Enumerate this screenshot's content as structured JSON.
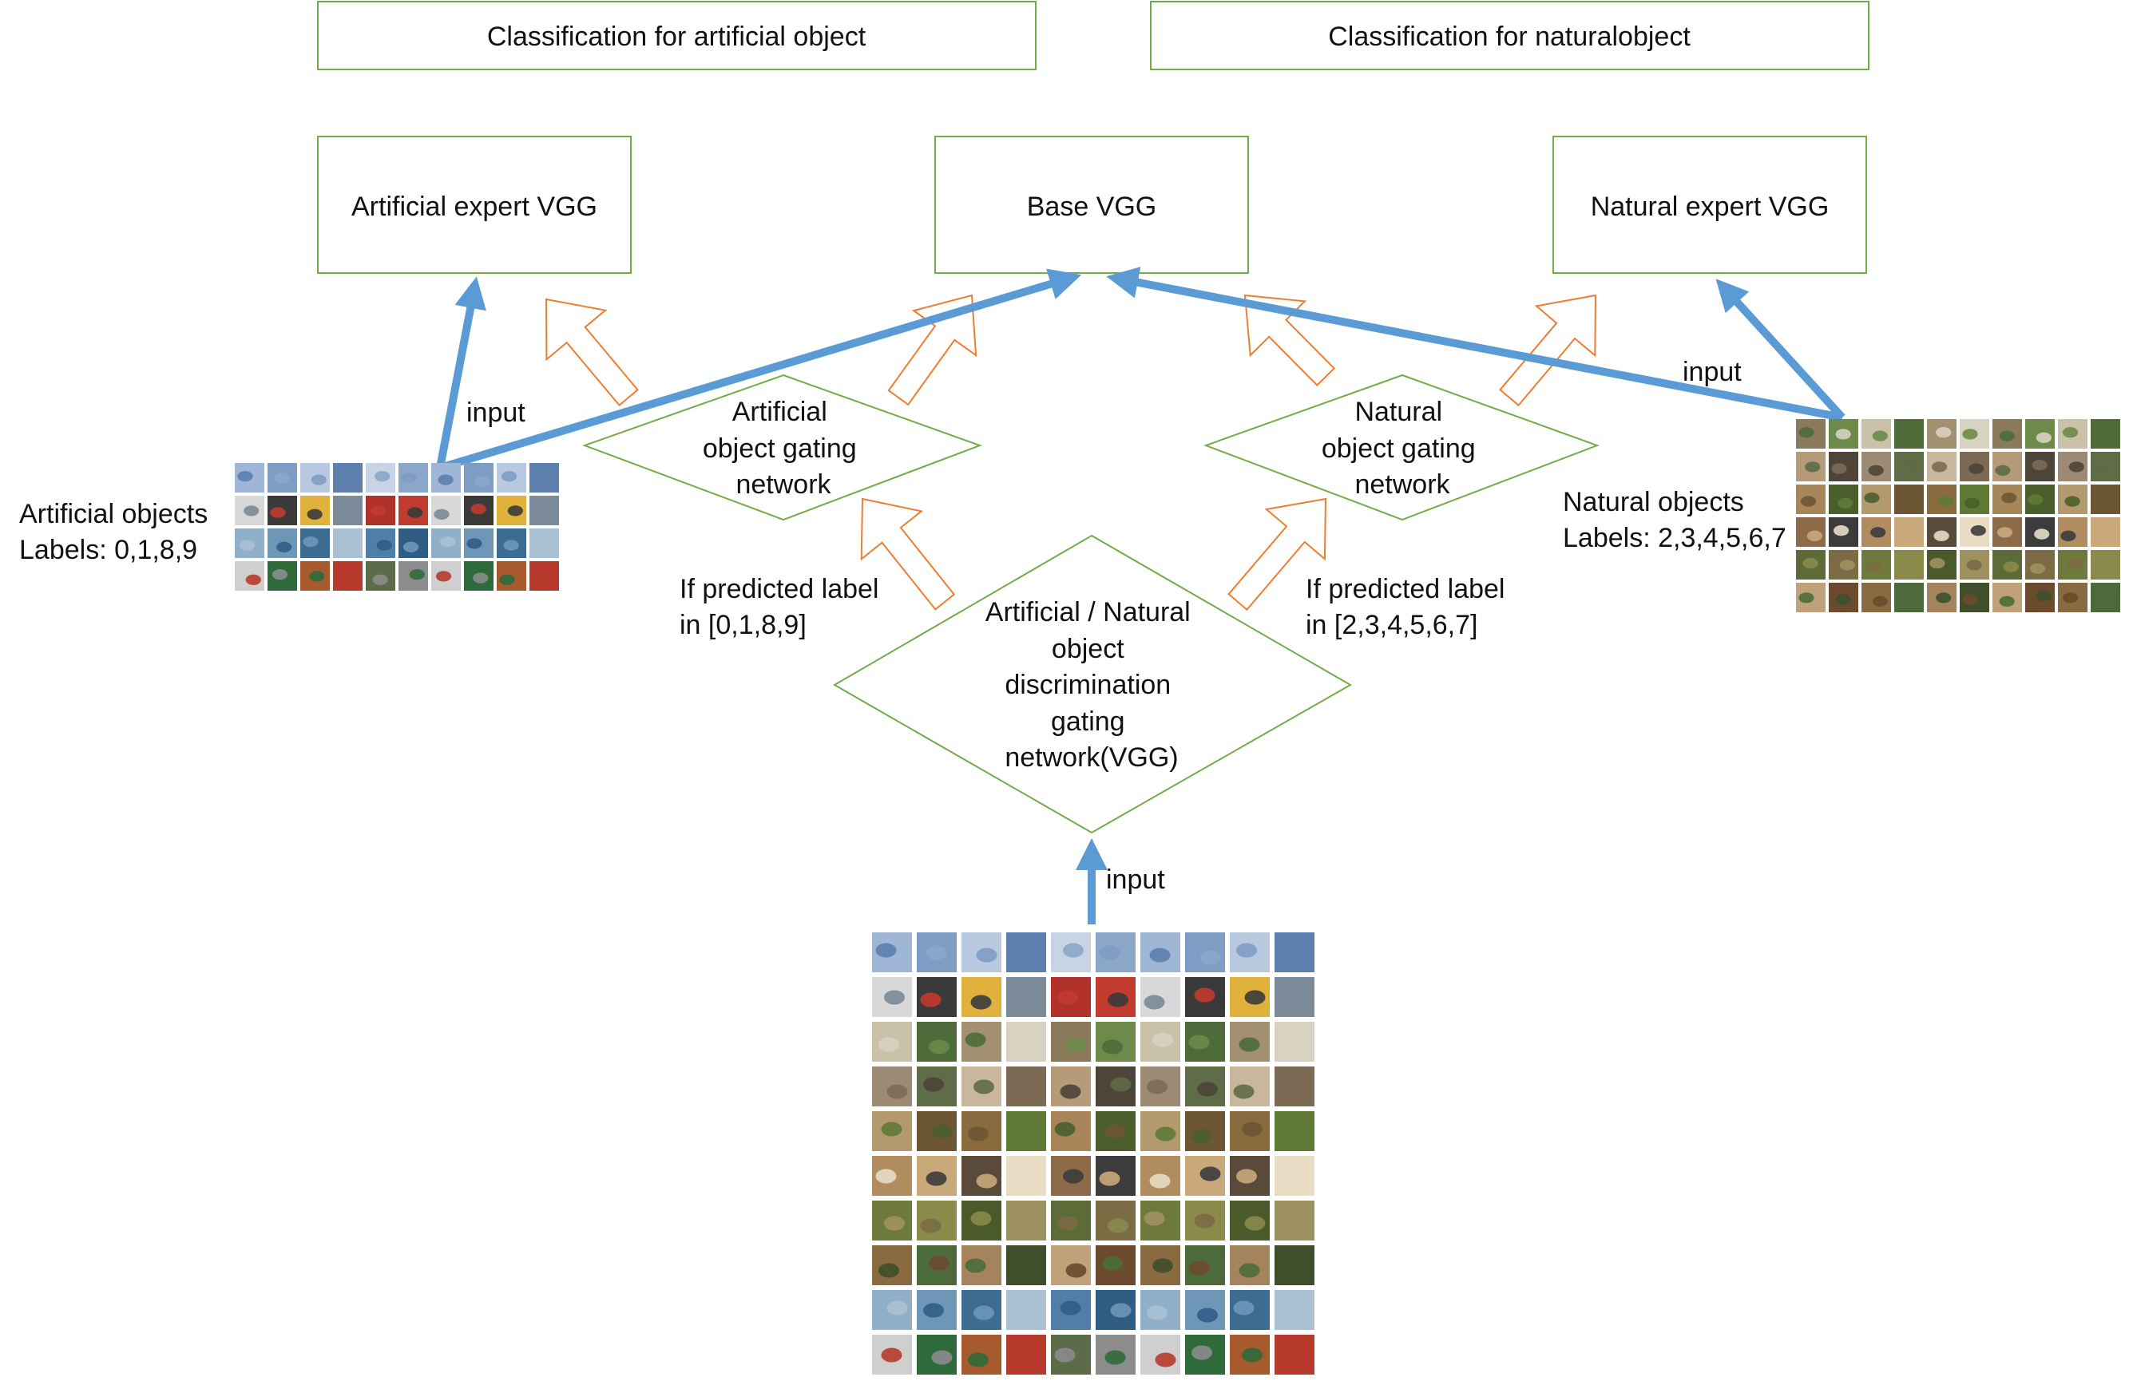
{
  "diagram": {
    "top_boxes": {
      "artificial_classification": "Classification for artificial object",
      "natural_classification": "Classification for naturalobject"
    },
    "experts": {
      "artificial": "Artificial expert VGG",
      "base": "Base VGG",
      "natural": "Natural expert VGG"
    },
    "gating": {
      "artificial": [
        "Artificial",
        "object gating",
        "network"
      ],
      "natural": [
        "Natural",
        "object gating",
        "network"
      ],
      "discrimination": [
        "Artificial / Natural",
        "object",
        "discrimination",
        "gating",
        "network(VGG)"
      ]
    },
    "conditions": {
      "artificial": [
        "If predicted label",
        "in [0,1,8,9]"
      ],
      "natural": [
        "If predicted label",
        "in [2,3,4,5,6,7]"
      ]
    },
    "datasets": {
      "artificial": [
        "Artificial objects",
        "Labels: 0,1,8,9"
      ],
      "natural": [
        "Natural objects",
        "Labels: 2,3,4,5,6,7"
      ]
    },
    "input_labels": {
      "artificial": "input",
      "natural": "input",
      "bottom": "input"
    },
    "colors": {
      "box_border": "#70AD47",
      "input_arrow": "#5B9BD5",
      "gate_arrow": "#ED7D31"
    }
  }
}
